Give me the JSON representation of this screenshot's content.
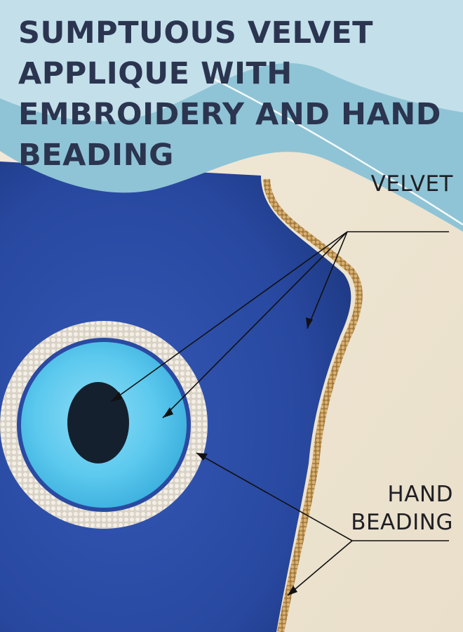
{
  "headline": {
    "lines": [
      "SUMPTUOUS VELVET",
      "APPLIQUE WITH",
      "EMBROIDERY AND HAND",
      "BEADING"
    ]
  },
  "callouts": {
    "velvet": "VELVET",
    "hand_beading_lines": [
      "HAND",
      "BEADING"
    ]
  },
  "colors": {
    "headline_text": "#2b3550",
    "banner_light": "#c3e0ea",
    "banner_mid": "#8fc4d6",
    "velvet_blue": "#2848a0",
    "eye_blue": "#4fc3e8",
    "pupil": "#15202e",
    "beads_white": "#ece6dc",
    "beads_gold": "#c9a065",
    "cream_fabric": "#efe6d4"
  }
}
